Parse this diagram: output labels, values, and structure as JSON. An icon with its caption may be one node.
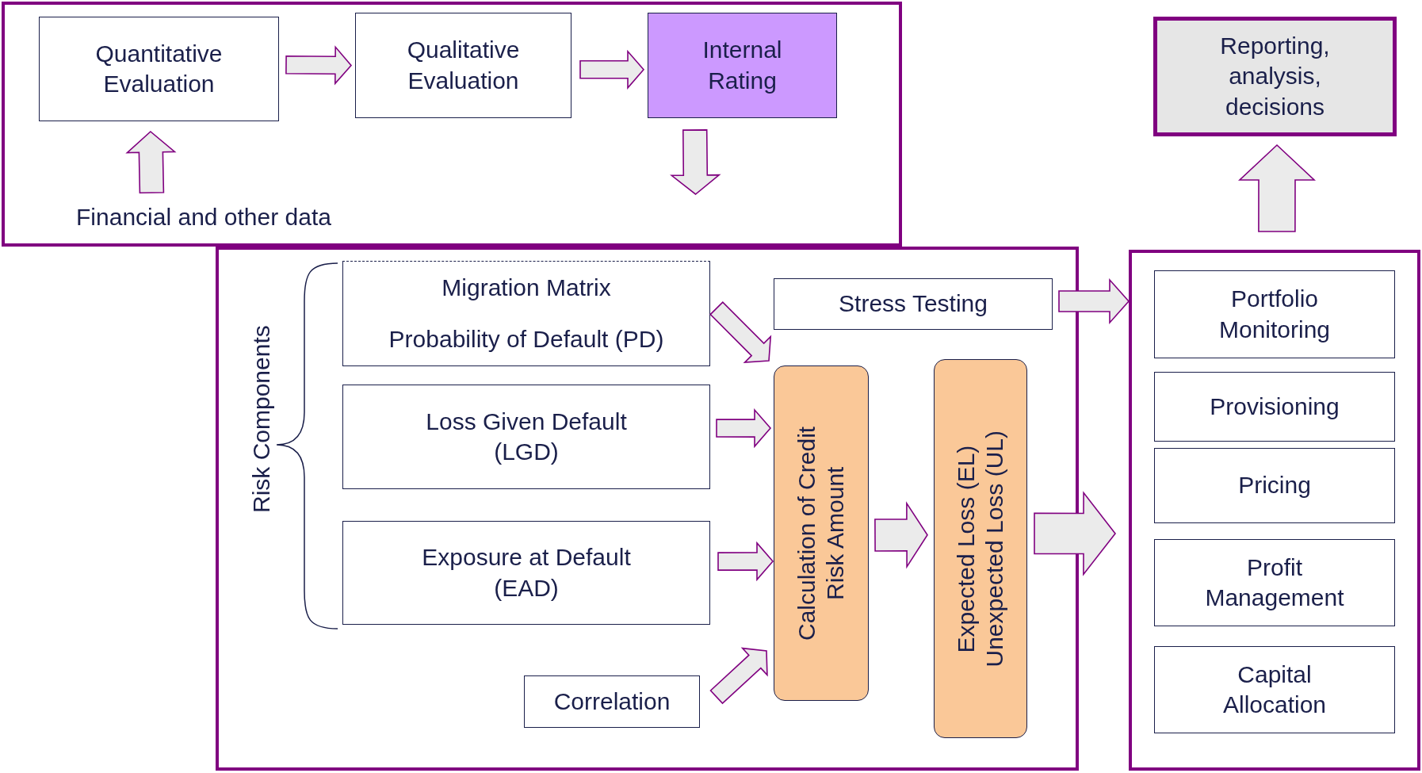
{
  "diagram": {
    "nodes": [
      {
        "text": [],
        "shape": "box"
      },
      {
        "text": [
          "Quantitative Evaluation"
        ],
        "in": 0
      },
      {
        "text": [
          "Qualitative Evaluation"
        ],
        "in": 0
      },
      {
        "text": [
          "Internal Rating"
        ],
        "in": 0
      },
      {
        "text": [
          "Financial and other data"
        ],
        "in": 0
      },
      {
        "text": [
          "Reporting, analysis, decisions"
        ]
      },
      {
        "text": [],
        "shape": "box"
      },
      {
        "text": [
          "Migration Matrix",
          "Probability of Default (PD)"
        ],
        "in": 6
      },
      {
        "text": [
          "Loss Given Default (LGD)"
        ],
        "in": 6
      },
      {
        "text": [
          "Exposure at Default (EAD)"
        ],
        "in": 6
      },
      {
        "text": [
          "Correlation"
        ],
        "in": 6
      },
      {
        "text": [
          "Stress Testing"
        ],
        "in": 6
      },
      {
        "text": [
          "Calculation of Credit Risk Amount"
        ],
        "in": 6
      },
      {
        "text": [
          "Expected Loss (EL)",
          "Unexpected Loss (UL)"
        ],
        "in": 6
      },
      {
        "text": [],
        "shape": "box"
      },
      {
        "text": [
          "Portfolio Monitoring"
        ],
        "in": 14
      },
      {
        "text": [
          "Provisioning"
        ],
        "in": 14
      },
      {
        "text": [
          "Pricing"
        ],
        "in": 14
      },
      {
        "text": [
          "Profit Management"
        ],
        "in": 14
      },
      {
        "text": [
          "Capital Allocation"
        ],
        "in": 14
      }
    ],
    "edges": [
      {
        "from": 1,
        "to": 2,
        "arrow": "to"
      },
      {
        "from": 2,
        "to": 3,
        "arrow": "to"
      },
      {
        "from": 4,
        "to": 1,
        "arrow": "to"
      },
      {
        "from": 3,
        "to": 6,
        "arrow": "to"
      },
      {
        "from": 7,
        "to": 12,
        "arrow": "to"
      },
      {
        "from": 8,
        "to": 12,
        "arrow": "to"
      },
      {
        "from": 9,
        "to": 12,
        "arrow": "to"
      },
      {
        "from": 10,
        "to": 12,
        "arrow": "to"
      },
      {
        "from": 12,
        "to": 13,
        "arrow": "to"
      },
      {
        "from": 11,
        "to": 14,
        "arrow": "to"
      },
      {
        "from": 13,
        "to": 14,
        "arrow": "to"
      },
      {
        "from": 14,
        "to": 5,
        "arrow": "to"
      }
    ],
    "labels": [
      "Risk Components"
    ]
  }
}
